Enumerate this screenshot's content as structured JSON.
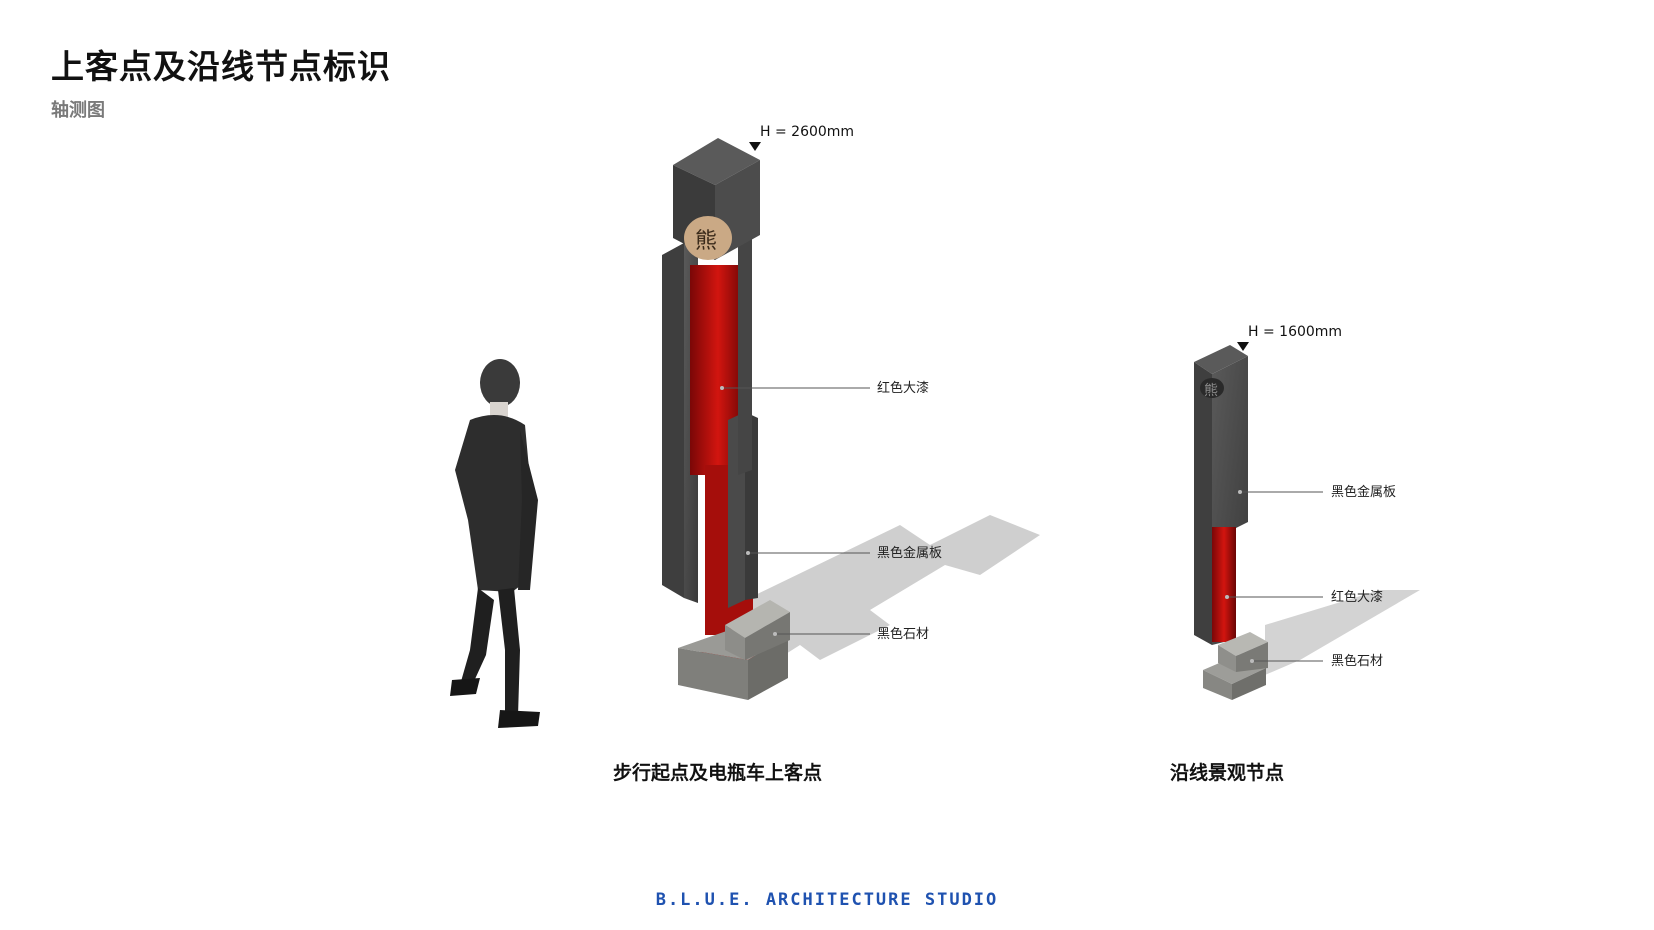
{
  "header": {
    "title": "上客点及沿线节点标识",
    "subtitle": "轴测图"
  },
  "sign_large": {
    "height_label": "H = 2600mm",
    "glyph": "熊",
    "labels": [
      "红色大漆",
      "黑色金属板",
      "黑色石材"
    ],
    "caption": "步行起点及电瓶车上客点"
  },
  "sign_small": {
    "height_label": "H = 1600mm",
    "glyph": "熊",
    "labels": [
      "黑色金属板",
      "红色大漆",
      "黑色石材"
    ],
    "caption": "沿线景观节点"
  },
  "footer": {
    "brand": "B.L.U.E. ARCHITECTURE STUDIO"
  },
  "colors": {
    "red_lacquer": "#c1120f",
    "dark_red": "#5c0606",
    "metal": "#474747",
    "metal_dark": "#2e2e2e",
    "stone": "#8a8a86",
    "shadow": "#cfcfcf",
    "brand_blue": "#1f52b0"
  },
  "icons": [
    "person-figure",
    "height-marker-icon"
  ]
}
